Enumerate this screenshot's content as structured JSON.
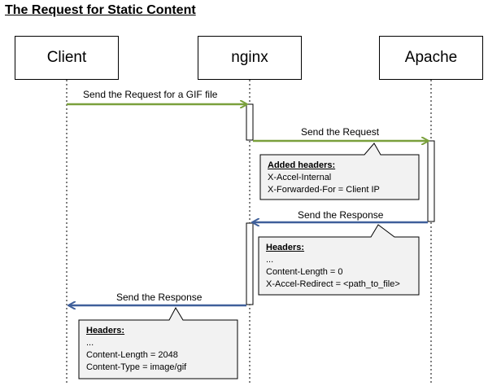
{
  "title": "The Request for Static Content",
  "actors": [
    "Client",
    "nginx",
    "Apache"
  ],
  "messages": [
    "Send the Request for a GIF file",
    "Send the Request",
    "Send the Response",
    "Send the Response"
  ],
  "notes": [
    {
      "header": "Added headers:",
      "lines": [
        "X-Accel-Internal",
        "X-Forwarded-For  = Client IP"
      ]
    },
    {
      "header": "Headers:",
      "lines": [
        "...",
        "Content-Length  = 0",
        "X-Accel-Redirect = <path_to_file>"
      ]
    },
    {
      "header": "Headers:",
      "lines": [
        "...",
        "Content-Length  = 2048",
        "Content-Type  = image/gif"
      ]
    }
  ],
  "colors": {
    "request_arrow": "#7aa03c",
    "response_arrow": "#3f5f9a",
    "note_fill": "#f2f2f2"
  }
}
